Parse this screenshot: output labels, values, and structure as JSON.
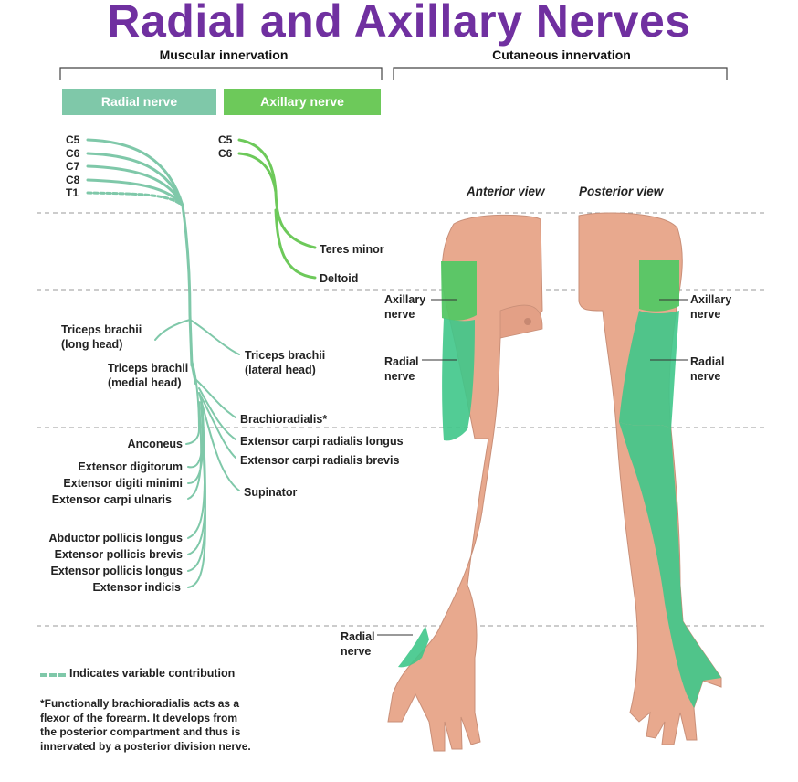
{
  "title": "Radial and Axillary Nerves",
  "sections": {
    "muscular": "Muscular innervation",
    "cutaneous": "Cutaneous innervation"
  },
  "nerve_boxes": {
    "radial": "Radial nerve",
    "axillary": "Axillary nerve"
  },
  "radial_roots": [
    "C5",
    "C6",
    "C7",
    "C8",
    "T1"
  ],
  "axillary_roots": [
    "C5",
    "C6"
  ],
  "axillary_muscles": {
    "teres_minor": "Teres minor",
    "deltoid": "Deltoid"
  },
  "radial_muscles": {
    "triceps_long": [
      "Triceps brachii",
      "(long head)"
    ],
    "triceps_medial": [
      "Triceps brachii",
      "(medial head)"
    ],
    "triceps_lateral": [
      "Triceps brachii",
      "(lateral head)"
    ],
    "brachioradialis": "Brachioradialis*",
    "ecr_longus": "Extensor carpi radialis longus",
    "ecr_brevis": "Extensor carpi radialis brevis",
    "anconeus": "Anconeus",
    "supinator": "Supinator",
    "ext_digitorum": "Extensor digitorum",
    "ext_digiti_minimi": "Extensor digiti minimi",
    "ext_carpi_ulnaris": "Extensor carpi ulnaris",
    "abd_pollicis_longus": "Abductor pollicis longus",
    "ext_pollicis_brevis": "Extensor pollicis brevis",
    "ext_pollicis_longus": "Extensor pollicis longus",
    "ext_indicis": "Extensor indicis"
  },
  "views": {
    "anterior": "Anterior view",
    "posterior": "Posterior view"
  },
  "cutaneous_labels": {
    "anterior_axillary": [
      "Axillary",
      "nerve"
    ],
    "anterior_radial": [
      "Radial",
      "nerve"
    ],
    "hand_radial": [
      "Radial",
      "nerve"
    ],
    "posterior_axillary": [
      "Axillary",
      "nerve"
    ],
    "posterior_radial": [
      "Radial",
      "nerve"
    ]
  },
  "legend": "Indicates variable contribution",
  "footnote": [
    "*Functionally brachioradialis acts as a",
    "flexor of the forearm. It develops from",
    "the posterior compartment and thus is",
    "innervated by a posterior division nerve."
  ],
  "colors": {
    "title": "#7030a0",
    "radial": "#7fc8a9",
    "axillary": "#6dc95a",
    "skin": "#e8a98e",
    "cutaneous_green": "#3fc78a"
  }
}
